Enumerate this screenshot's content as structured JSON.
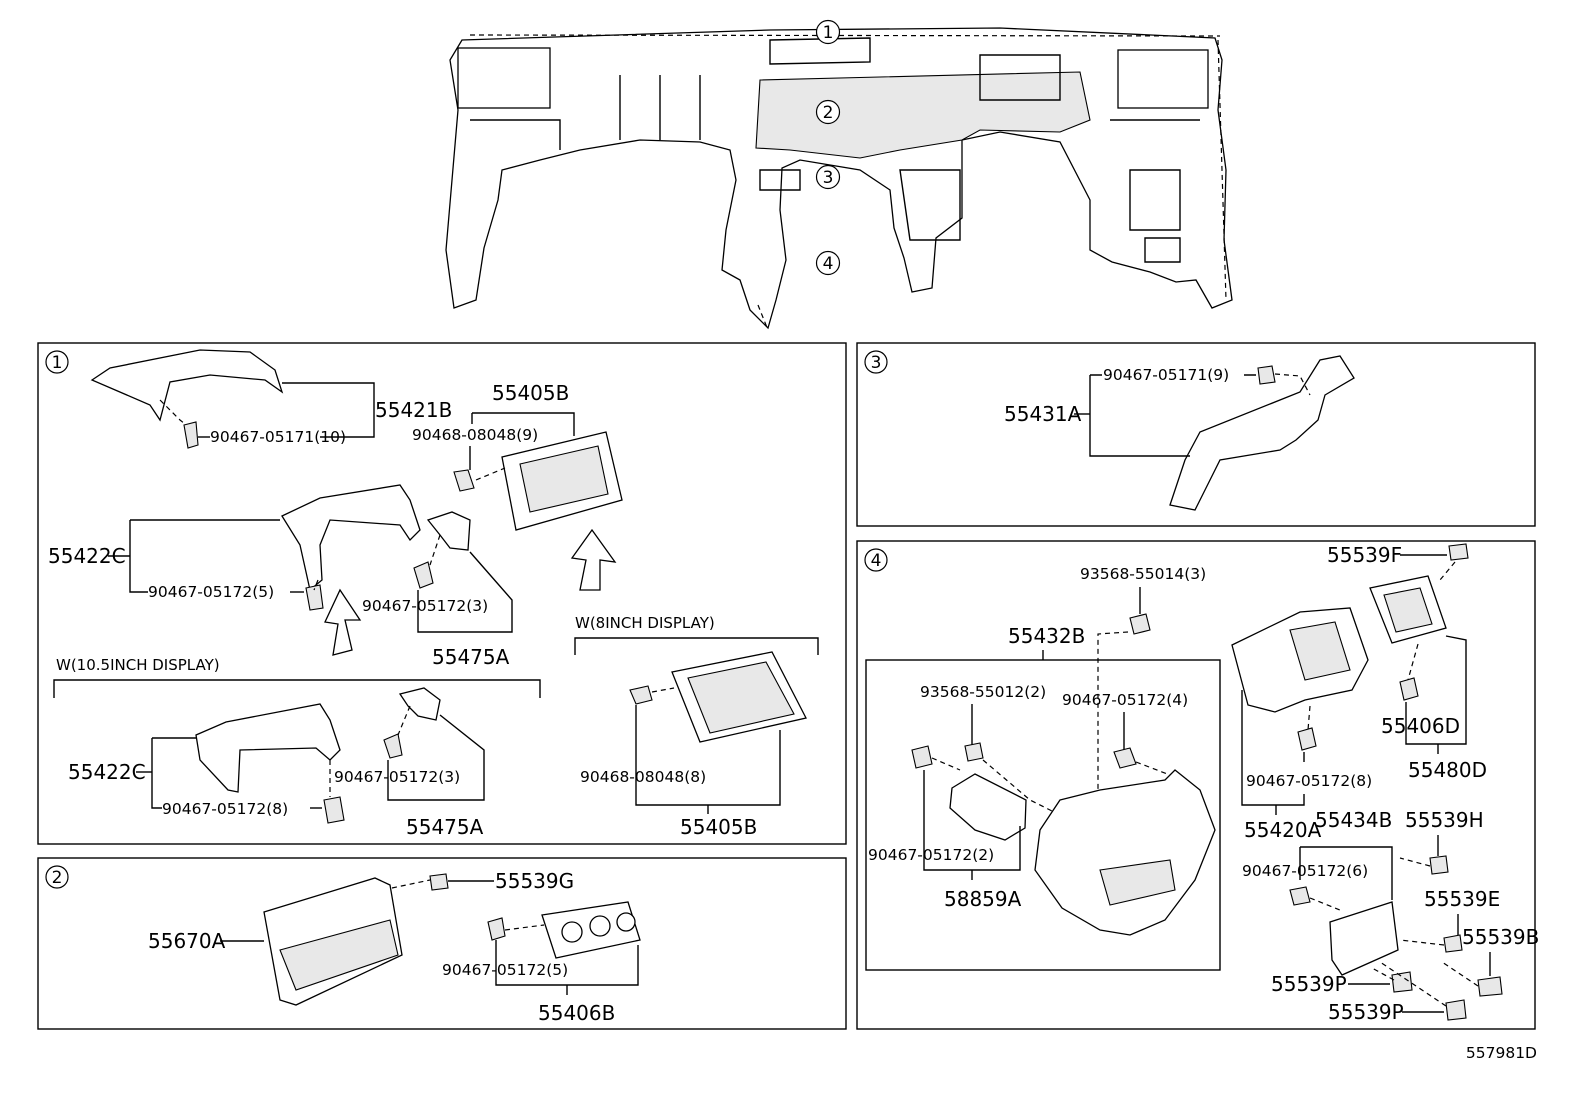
{
  "diagram_id": "557981D",
  "callouts": {
    "c1": "1",
    "c2": "2",
    "c3": "3",
    "c4": "4"
  },
  "panel1": {
    "p55421B": "55421B",
    "p90467_05171_10": "90467-05171(10)",
    "p55405B_top": "55405B",
    "p90468_08048_9": "90468-08048(9)",
    "p55422C_top": "55422C",
    "p90467_05172_5": "90467-05172(5)",
    "p90467_05172_3_top": "90467-05172(3)",
    "p55475A_top": "55475A",
    "note_8inch": "W(8INCH DISPLAY)",
    "note_105inch": "W(10.5INCH DISPLAY)",
    "p55422C_bot": "55422C",
    "p90467_05172_8": "90467-05172(8)",
    "p90467_05172_3_bot": "90467-05172(3)",
    "p55475A_bot": "55475A",
    "p90468_08048_8": "90468-08048(8)",
    "p55405B_bot": "55405B"
  },
  "panel2": {
    "p55539G": "55539G",
    "p55670A": "55670A",
    "p90467_05172_5": "90467-05172(5)",
    "p55406B": "55406B"
  },
  "panel3": {
    "p90467_05171_9": "90467-05171(9)",
    "p55431A": "55431A"
  },
  "panel4": {
    "p93568_55014_3": "93568-55014(3)",
    "p55432B": "55432B",
    "p93568_55012_2": "93568-55012(2)",
    "p90467_05172_4": "90467-05172(4)",
    "p90467_05172_2": "90467-05172(2)",
    "p58859A": "58859A",
    "p55539F": "55539F",
    "p55406D": "55406D",
    "p55480D": "55480D",
    "p90467_05172_8": "90467-05172(8)",
    "p55420A": "55420A",
    "p55434B": "55434B",
    "p55539H": "55539H",
    "p90467_05172_6": "90467-05172(6)",
    "p55539E": "55539E",
    "p55539B": "55539B",
    "p55539P_a": "55539P",
    "p55539P_b": "55539P"
  }
}
